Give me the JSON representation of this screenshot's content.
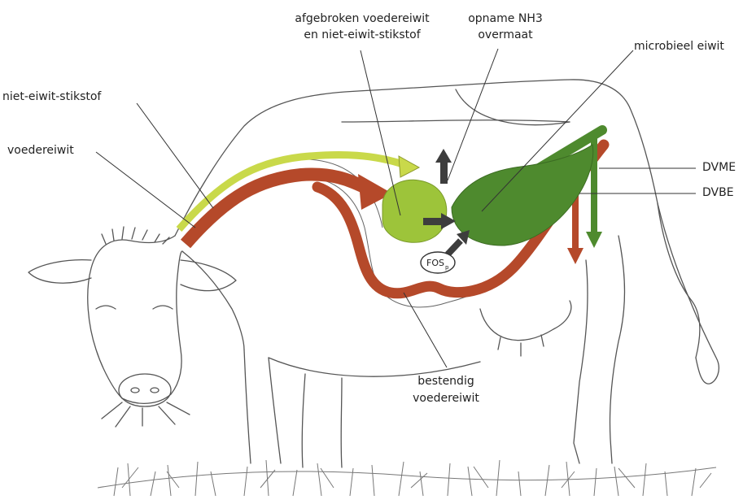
{
  "labels": {
    "niet_eiwit_stikstof": "niet-eiwit-stikstof",
    "voedereiwit": "voedereiwit",
    "afgebroken_line1": "afgebroken voedereiwit",
    "afgebroken_line2": "en niet-eiwit-stikstof",
    "opname_line1": "opname NH3",
    "opname_line2": "overmaat",
    "microbieel_eiwit": "microbieel eiwit",
    "dvme": "DVME",
    "dvbe": "DVBE",
    "bestendig_line1": "bestendig",
    "bestendig_line2": "voedereiwit",
    "fos": "FOS",
    "fos_sub": "p"
  },
  "colors": {
    "feed_protein_brown": "#b5492a",
    "nonprotein_nitrogen_yellow": "#c9d94a",
    "rumen_lime": "#9dc43a",
    "microbial_green": "#4e8a2e",
    "arrow_dark": "#3d3d3d",
    "outline": "#555555"
  },
  "icons": {
    "cow": "cow-line-drawing",
    "grass": "grass-sketch"
  }
}
